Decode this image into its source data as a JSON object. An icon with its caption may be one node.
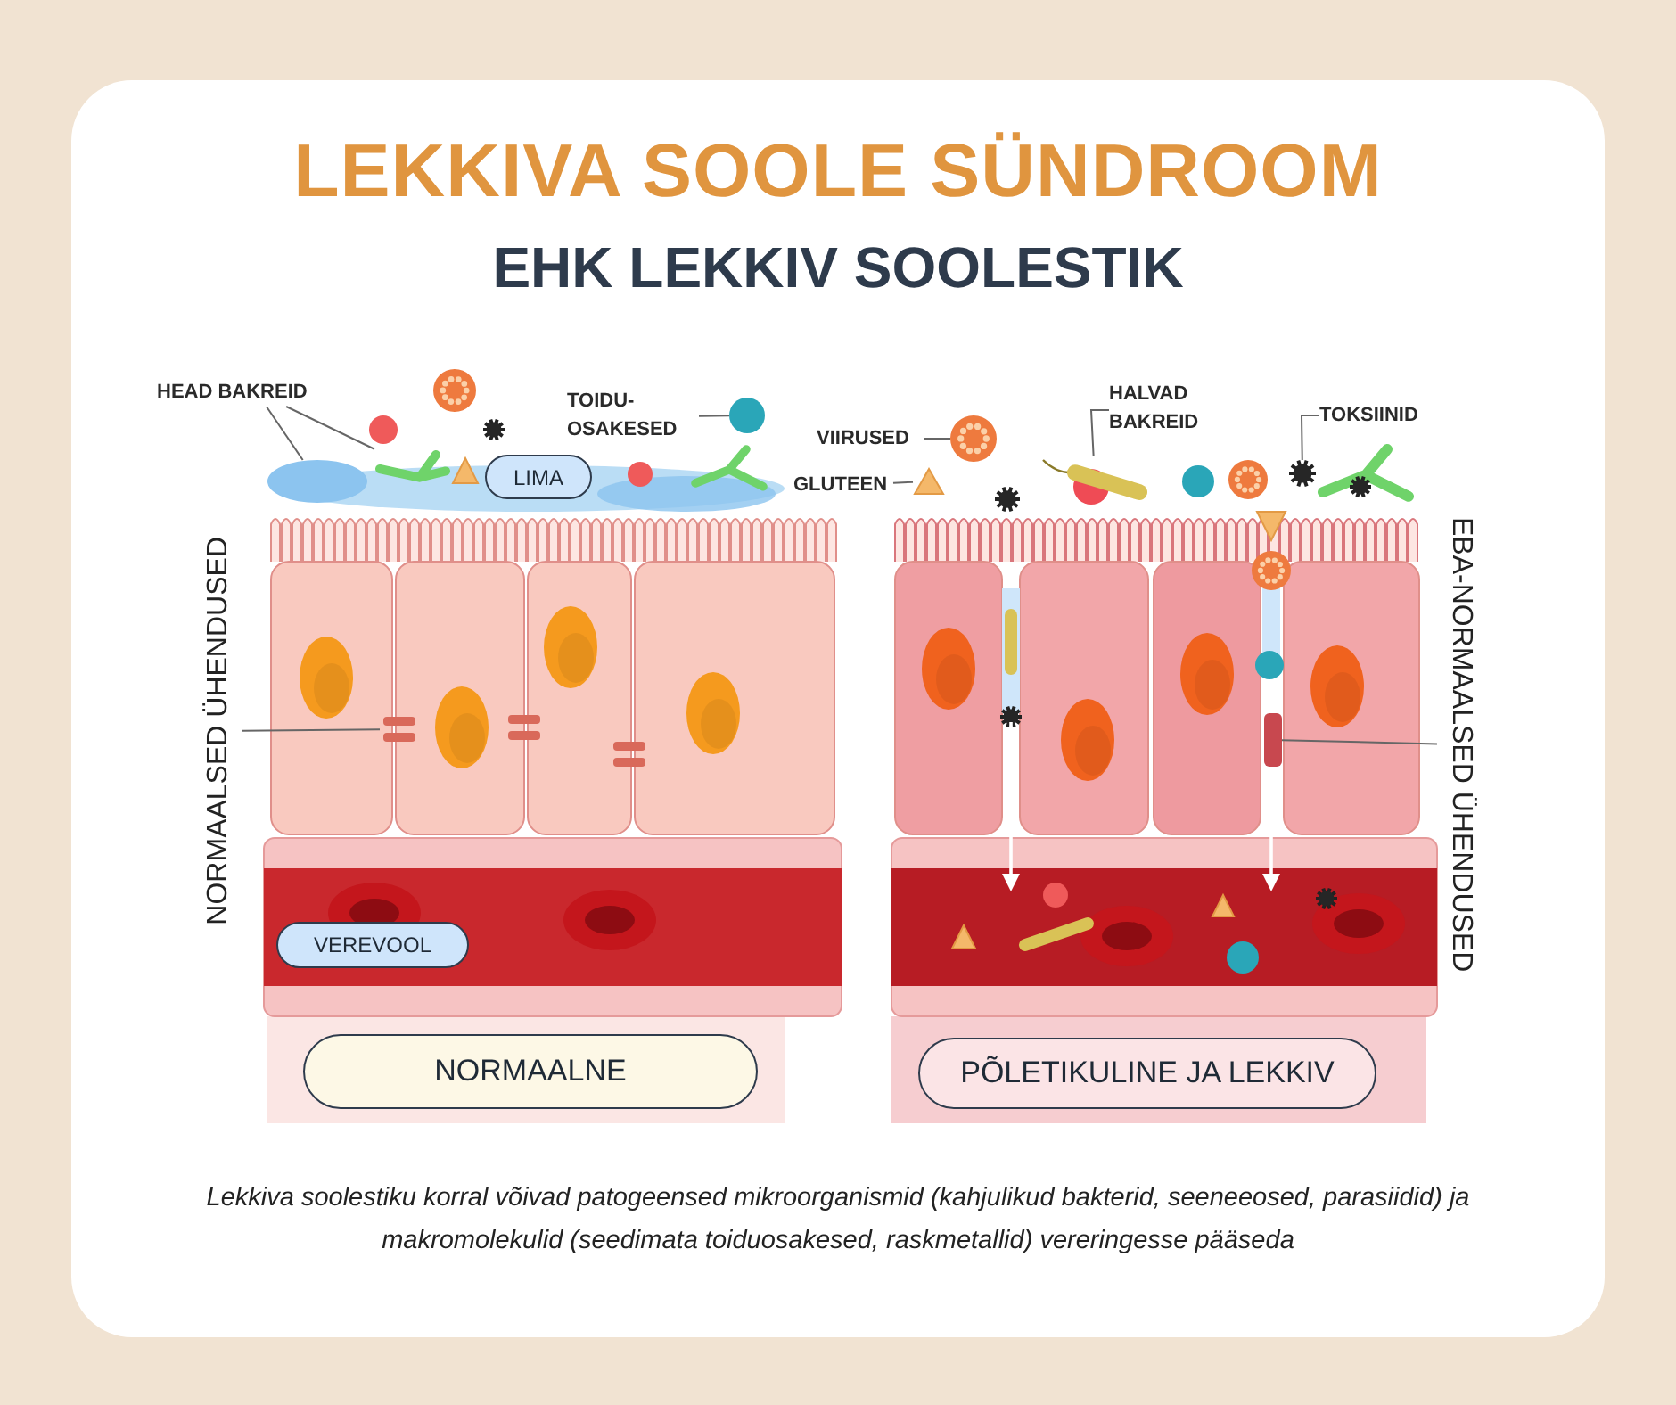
{
  "diagram": {
    "title": "LEKKIVA SOOLE SÜNDROOM",
    "caption": "Lekkiva soolestiku korral võivad patogeensed mikroorganismid (kahjulikud bakterid, seeneeosed, parasiidid) ja makromolekulid (seedimata toiduosakesed, raskmetallid) vereringesse pääseda",
    "nodes": [
      {
        "text": [
          "HEAD BAKREID"
        ]
      },
      {
        "text": [],
        "shape": "picture"
      },
      {
        "text": [],
        "shape": "circle"
      },
      {
        "text": [
          "TOIDU-OSAKESED"
        ]
      },
      {
        "text": [],
        "shape": "circle"
      },
      {
        "text": [
          "LIMA"
        ]
      },
      {
        "text": [
          "NORMAALSED ÜHENDUSED"
        ]
      },
      {
        "text": [],
        "shape": "picture"
      },
      {
        "text": [
          "VEREVOOL"
        ]
      },
      {
        "text": [
          "NORMAALNE"
        ]
      },
      {
        "text": [
          "VIIRUSED"
        ]
      },
      {
        "text": [],
        "shape": "picture"
      },
      {
        "text": [
          "GLUTEEN"
        ]
      },
      {
        "text": [],
        "shape": "triangle"
      },
      {
        "text": [
          "HALVAD BAKREID"
        ]
      },
      {
        "text": [],
        "shape": "picture"
      },
      {
        "text": [
          "TOKSIINID"
        ]
      },
      {
        "text": [],
        "shape": "picture"
      },
      {
        "text": [
          "EBA-NORMAALSED ÜHENDUSED"
        ]
      },
      {
        "text": [],
        "shape": "box"
      },
      {
        "text": [
          "PÕLETIKULINE JA LEKKIV"
        ]
      }
    ],
    "edges": [
      {
        "from": 0,
        "to": 1,
        "arrow": "none"
      },
      {
        "from": 0,
        "to": 2,
        "arrow": "none"
      },
      {
        "from": 3,
        "to": 4,
        "arrow": "none"
      },
      {
        "from": 6,
        "to": 7,
        "arrow": "none"
      },
      {
        "from": 10,
        "to": 11,
        "arrow": "none"
      },
      {
        "from": 12,
        "to": 13,
        "arrow": "none"
      },
      {
        "from": 14,
        "to": 15,
        "arrow": "none"
      },
      {
        "from": 16,
        "to": 17,
        "arrow": "none"
      },
      {
        "from": 18,
        "to": 19,
        "arrow": "none"
      }
    ],
    "labels": [
      "EHK LEKKIV SOOLESTIK"
    ]
  }
}
